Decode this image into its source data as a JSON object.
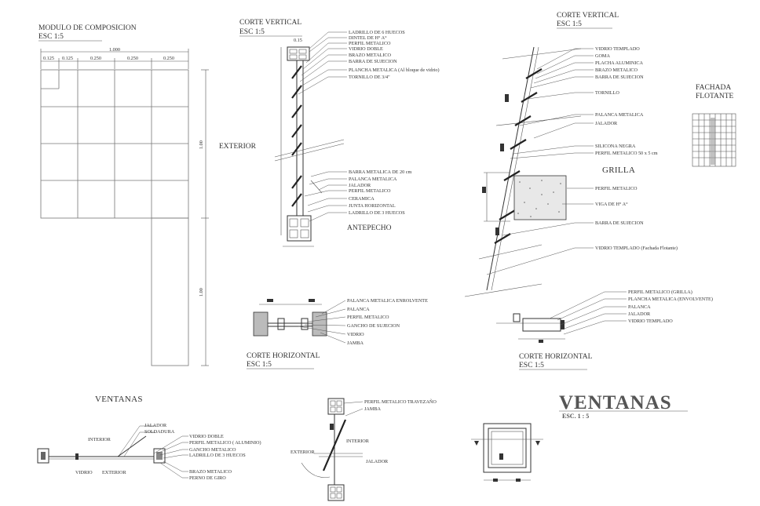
{
  "modulo": {
    "title": "MODULO DE COMPOSICION",
    "scale": "ESC 1:5",
    "dims": [
      "1.000",
      "0.125",
      "0.125",
      "0.250",
      "0.250",
      "0.250"
    ],
    "side_dims": [
      "1.00",
      "1.00"
    ],
    "exterior": "EXTERIOR"
  },
  "cv1": {
    "title": "CORTE VERTICAL",
    "scale": "ESC 1:5",
    "labels": [
      "LADRILLO DE 6 HUECOS",
      "DINTEL DE H° A°",
      "PERFIL METALICO",
      "VIDRIO DOBLE",
      "BRAZO METALICO",
      "BARRA DE SUJECION",
      "PLANCHA METALICA (Al bloque de vidrio)",
      "TORNILLO DE 3/4\""
    ],
    "labels2": [
      "BARRA METALICA DE 20 cm",
      "PALANCA METALICA",
      "JALADOR",
      "PERFIL METALICO",
      "CERAMICA",
      "JUNTA HORIZONTAL",
      "LADRILLO DE 3 HUECOS"
    ],
    "antepecho": "ANTEPECHO",
    "top_dim": "0.15"
  },
  "ch1": {
    "title": "CORTE HORIZONTAL",
    "scale": "ESC 1:5",
    "labels": [
      "PALANCA METALICA ENROLVENTE",
      "PALANCA",
      "PERFIL METALICO",
      "GANCHO DE SUJECION",
      "VIDRIO",
      "JAMBA"
    ]
  },
  "cv2": {
    "title": "CORTE VERTICAL",
    "scale": "ESC 1:5",
    "labels": [
      "VIDRIO TEMPLADO",
      "GOMA",
      "PLACHA ALUMINICA",
      "BRAZO METALICO",
      "BARRA DE SUJECION",
      "TORNILLO",
      "PALANCA METALICA",
      "JALADOR",
      "SILICONA NEGRA",
      "PERFIL METALICO 50 x 5 cm"
    ],
    "grilla": "GRILLA",
    "labels2": [
      "PERFIL METALICO",
      "VIGA DE H° A°",
      "BARRA DE SUJECION",
      "VIDRIO TEMPLADO (Fachada Flotante)"
    ]
  },
  "fachada": {
    "line1": "FACHADA",
    "line2": "FLOTANTE"
  },
  "ch2": {
    "title": "CORTE HORIZONTAL",
    "scale": "ESC 1:5",
    "labels": [
      "PERFIL METALICO (GRILLA)",
      "PLANCHA METALICA (ENVOLVENTE)",
      "PALANCA",
      "JALADOR",
      "VIDRIO TEMPLADO"
    ]
  },
  "ventanas_small": {
    "title": "VENTANAS",
    "labels": [
      "JALADOR",
      "SOLDADURA",
      "VIDRIO DOBLE",
      "PERFIL METALICO ( ALUMINIO)",
      "GANCHO METALICO",
      "LADRILLO DE 3 HUECOS",
      "BRAZO METALICO",
      "PERNO DE GIRO"
    ],
    "interior": "INTERIOR",
    "vidrio": "VIDRIO",
    "exterior": "EXTERIOR"
  },
  "pivot": {
    "labels": [
      "PERFIL METALICO TRAVEZAÑO",
      "JAMBA"
    ],
    "interior": "INTERIOR",
    "exterior": "EXTERIOR",
    "jalador": "JALADOR"
  },
  "ventanas_big": {
    "title": "VENTANAS",
    "scale": "ESC. 1 : 5"
  }
}
